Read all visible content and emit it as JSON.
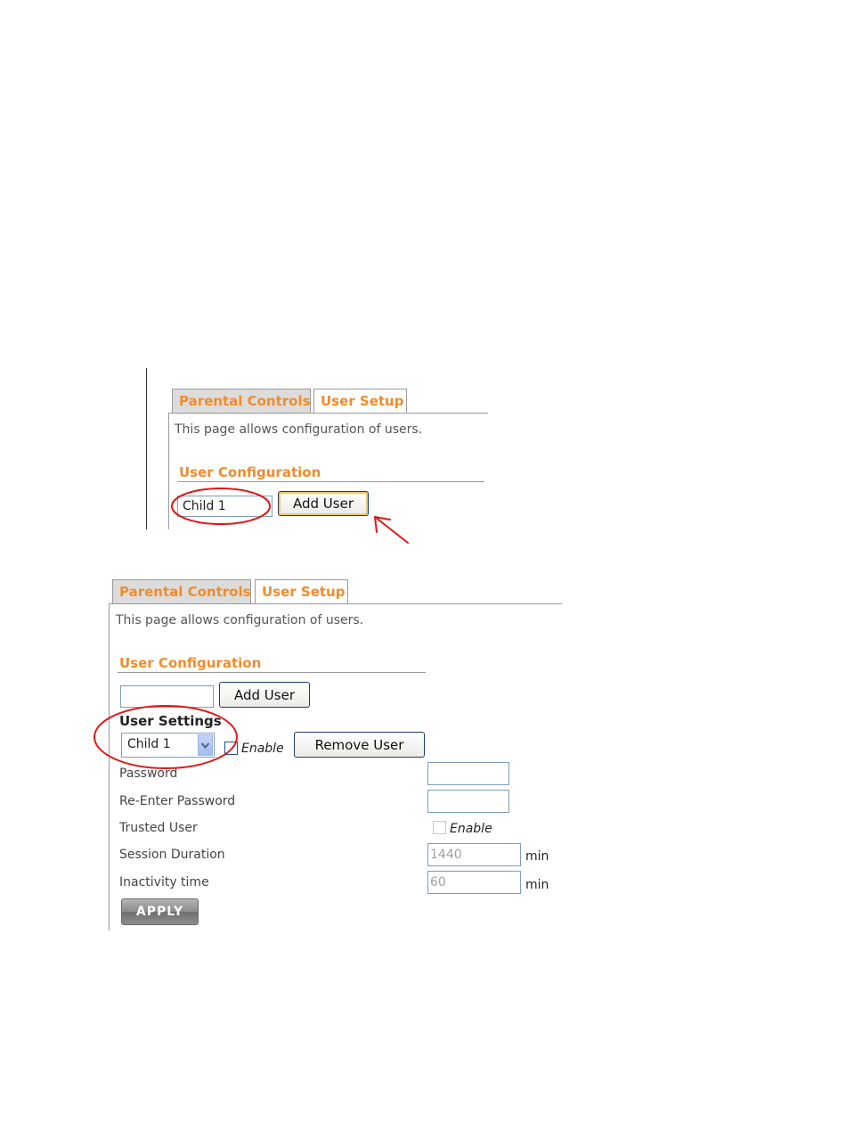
{
  "top_panel": {
    "tabs": [
      {
        "label": "Parental Controls",
        "active": false
      },
      {
        "label": "User Setup",
        "active": true
      }
    ],
    "description": "This page allows configuration of users.",
    "section_title": "User Configuration",
    "user_input_value": "Child 1",
    "add_user_label": "Add User"
  },
  "bottom_panel": {
    "tabs": [
      {
        "label": "Parental Controls",
        "active": false
      },
      {
        "label": "User Setup",
        "active": true
      }
    ],
    "description": "This page allows configuration of users.",
    "section_title": "User Configuration",
    "user_input_value": "",
    "add_user_label": "Add User",
    "user_settings_label": "User Settings",
    "user_select_value": "Child 1",
    "enable_label": "Enable",
    "remove_user_label": "Remove User",
    "fields": {
      "password_label": "Password",
      "password_value": "",
      "reenter_label": "Re-Enter Password",
      "reenter_value": "",
      "trusted_label": "Trusted User",
      "trusted_enable_label": "Enable",
      "session_label": "Session Duration",
      "session_value": "1440",
      "session_unit": "min",
      "inactivity_label": "Inactivity time",
      "inactivity_value": "60",
      "inactivity_unit": "min"
    },
    "apply_label": "APPLY"
  },
  "colors": {
    "accent_orange": "#f08c2c",
    "annotation_red": "#e01818",
    "input_border": "#7f9db9"
  }
}
